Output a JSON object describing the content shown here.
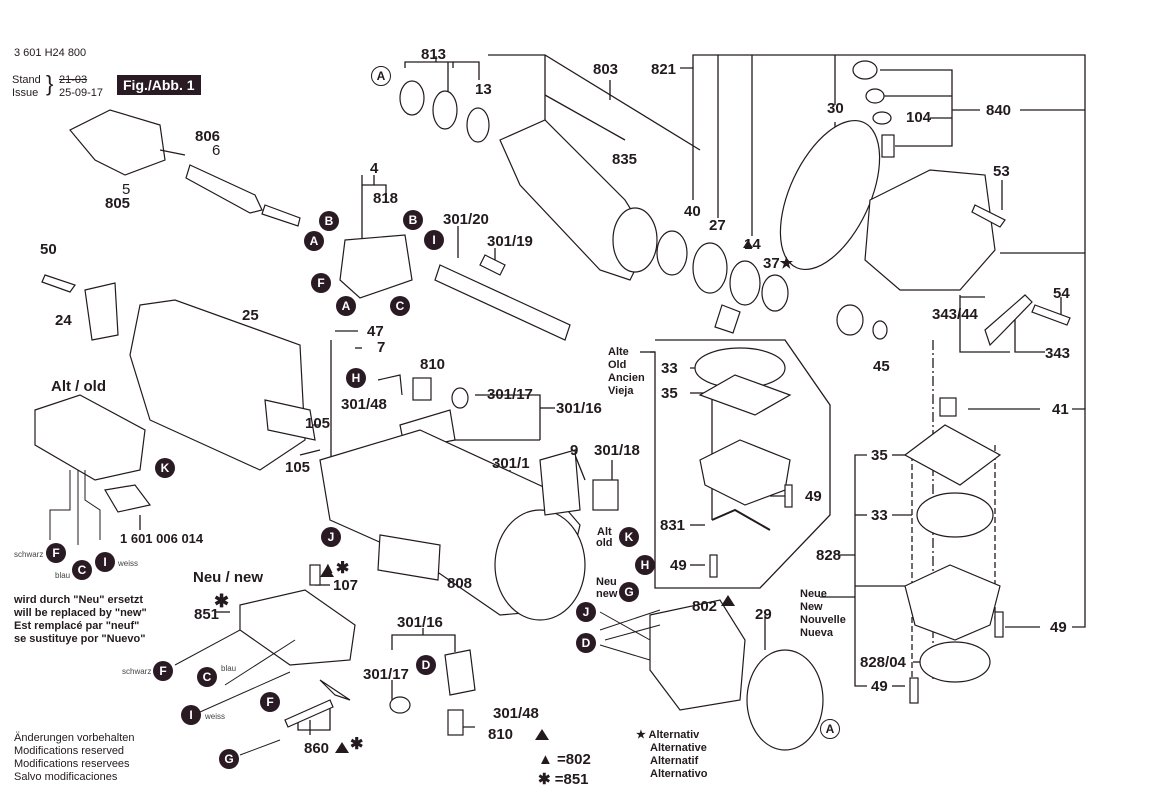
{
  "header": {
    "part_number": "3 601 H24 800",
    "stand_label": "Stand",
    "issue_label": "Issue",
    "old_date": "21-03",
    "issue_date": "25-09-17",
    "figure_tag": "Fig./Abb. 1"
  },
  "labels": {
    "l813": "813",
    "l13": "13",
    "l803": "803",
    "l821": "821",
    "l835": "835",
    "l806": "806",
    "l6": "6",
    "l5": "5",
    "l805": "805",
    "l4": "4",
    "l818": "818",
    "l301_20": "301/20",
    "l301_19": "301/19",
    "l50": "50",
    "l24": "24",
    "l25": "25",
    "l47": "47",
    "l7": "7",
    "l810a": "810",
    "l301_17a": "301/17",
    "l301_16a": "301/16",
    "l301_48a": "301/48",
    "l105a": "105",
    "l105b": "105",
    "l40": "40",
    "l27": "27",
    "l14": "14",
    "l37": "37★",
    "l30": "30",
    "l104": "104",
    "l840": "840",
    "l53": "53",
    "l54": "54",
    "l343_44": "343/44",
    "l343": "343",
    "l45": "45",
    "l41": "41",
    "l35a": "35",
    "l33a": "33",
    "l35b": "35",
    "l33b": "33",
    "l49a": "49",
    "l831": "831",
    "l49b": "49",
    "l828": "828",
    "l49c": "49",
    "l828_04": "828/04",
    "l49d": "49",
    "l9": "9",
    "l301_18": "301/18",
    "l301_1": "301/1",
    "l808": "808",
    "l802": "802",
    "l29": "29",
    "l301_16b": "301/16",
    "l301_17b": "301/17",
    "l301_48b": "301/48",
    "l810b": "810",
    "l107": "107",
    "l851": "851",
    "l860": "860",
    "l1601": "1 601 006 014"
  },
  "groups": {
    "alt_old": "Alt / old",
    "neu_new": "Neu / new",
    "alt_small": [
      "Alt",
      "old"
    ],
    "neu_small": [
      "Neu",
      "new"
    ],
    "alte": [
      "Alte",
      "Old",
      "Ancien",
      "Vieja"
    ],
    "neue": [
      "Neue",
      "New",
      "Nouvelle",
      "Nueva"
    ]
  },
  "wire_colors": {
    "schwarz": "schwarz",
    "blau": "blau",
    "weiss": "weiss"
  },
  "badges": [
    "A",
    "B",
    "C",
    "D",
    "F",
    "G",
    "H",
    "I",
    "J",
    "K"
  ],
  "notes": {
    "replaced": [
      "wird durch \"Neu\" ersetzt",
      "will be replaced by \"new\"",
      "Est remplacé par \"neuf\"",
      "se sustituye por \"Nuevo\""
    ],
    "modifications": [
      "Änderungen vorbehalten",
      "Modifications reserved",
      "Modifications reservees",
      "Salvo modificaciones"
    ],
    "legend_triangle": "▲ =802",
    "legend_star": "✱ =851",
    "alternative": [
      "★ Alternativ",
      "Alternative",
      "Alternatif",
      "Alternativo"
    ]
  },
  "symbols": {
    "tri_star": "▲✱"
  },
  "colors": {
    "ink": "#231a1f",
    "badge": "#2a1a24",
    "bg": "#ffffff"
  }
}
